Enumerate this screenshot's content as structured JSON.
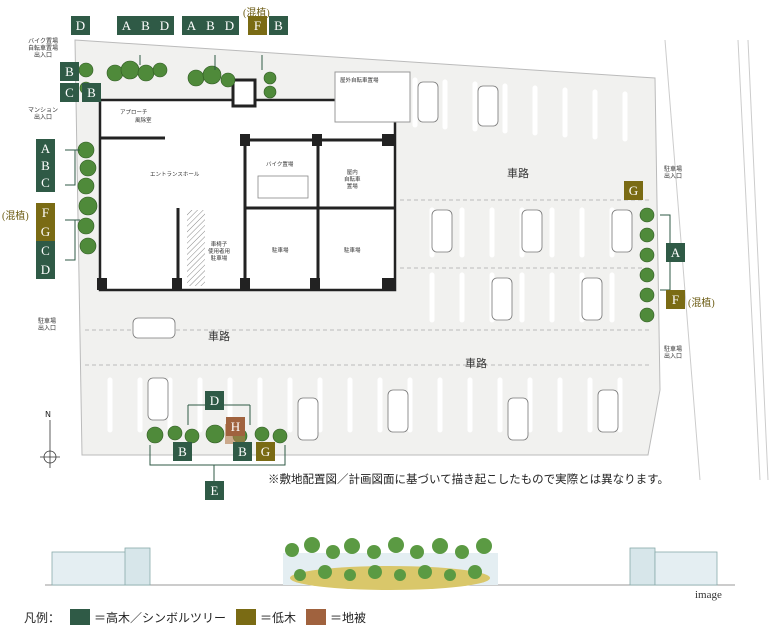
{
  "tags": {
    "d_top": "D",
    "abd1_a": "A",
    "abd1_b": "B",
    "abd1_d": "D",
    "abd2_a": "A",
    "abd2_b": "B",
    "abd2_d": "D",
    "f_top": "F",
    "b_top": "B",
    "b_left1": "B",
    "c_left1": "C",
    "b_left2": "B",
    "a_left": "A",
    "b_left3": "B",
    "c_left2": "C",
    "f_left": "F",
    "g_left": "G",
    "c_left3": "C",
    "d_left": "D",
    "g_right": "G",
    "a_right": "A",
    "f_right": "F",
    "d_bottom": "D",
    "h_bottom": "H",
    "b_bottom1": "B",
    "b_bottom2": "B",
    "g_bottom": "G",
    "e_bottom": "E"
  },
  "mixed_label": "(混植)",
  "road_labels": {
    "r1": "車路",
    "r2": "車路",
    "r3": "車路"
  },
  "labels": {
    "bike_entrance": "バイク置場\n自転車置場\n出入口",
    "mansion_entrance": "マンション\n出入口",
    "parking_entrance_right1": "駐車場\n出入口",
    "parking_entrance_left": "駐車場\n出入口",
    "parking_entrance_right2": "駐車場\n出入口"
  },
  "rooms": {
    "outdoor_bike": "屋外自転車置場",
    "approach": "アプローチ",
    "windbreak": "風除室",
    "entrance_hall": "エントランスホール",
    "bike_parking": "バイク置場",
    "indoor_bike": "屋内\n自転車\n置場",
    "wheelchair_parking": "車椅子\n使用者用\n駐車場",
    "parking1": "駐車場",
    "parking2": "駐車場"
  },
  "compass": "N",
  "note": "※敷地配置図／計画図面に基づいて描き起こしたもので実際とは異なります。",
  "image_caption": "image",
  "legend": {
    "title": "凡例：",
    "items": [
      {
        "label": "＝高木／シンボルツリー",
        "color": "#2f5a46"
      },
      {
        "label": "＝低木",
        "color": "#7a6b14"
      },
      {
        "label": "＝地被",
        "color": "#a0623e"
      }
    ]
  }
}
